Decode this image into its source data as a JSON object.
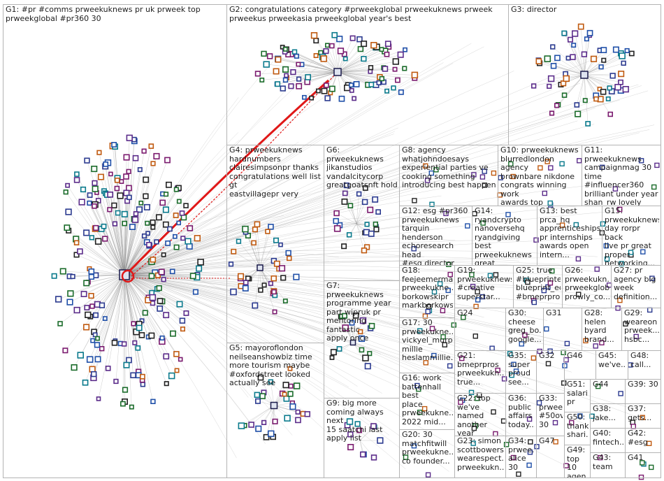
{
  "groups": [
    {
      "id": "G1",
      "label": "G1: #pr #comms prweekuknews pr uk prweek top\nprweekglobal #pr360 30"
    },
    {
      "id": "G2",
      "label": "G2: congratulations category #prweekglobal prweekuknews prweek\nprweekus prweekasia prweekglobal year's best"
    },
    {
      "id": "G3",
      "label": "G3: director"
    },
    {
      "id": "G4",
      "label": "G4: prweekuknews\nhardnumbers\nclairesimpsonpr thanks\ncongratulations well list gt\neastvillagepr very"
    },
    {
      "id": "G6",
      "label": "G6: prweekuknews\njikanstudios\nvandalcitycorp\ngreatgoatsnft hold"
    },
    {
      "id": "G8",
      "label": "G8: agency\nwhatjohndoesays\nexperiential parties ve\ncooking something\nintroducing best happen"
    },
    {
      "id": "G10",
      "label": "G10: prweekuknews\nblurredlondon agency\nbrownbare nikdone\ncongrats winning work\nawards top"
    },
    {
      "id": "G11",
      "label": "G11: prweekuknews\ncampaignmag 30\ntime #influencer360\nbrilliant under year\nshan_rw lovely"
    },
    {
      "id": "G12",
      "label": "G12: esg #pr360\nprweekuknews\ntarquin henderson\nechoresearch head\n#esg director\nconference"
    },
    {
      "id": "G14",
      "label": "G14:\nryandcrypto\nnanoversehq\nryandgiving best\nprweekuknews\ngreat"
    },
    {
      "id": "G13",
      "label": "G13: best\nprca_hq\napprenticeships\npr internships\nawards open\nintern..."
    },
    {
      "id": "G15",
      "label": "G15:\nprweekuknews\nday rorpr back\nlive pr great\nproper\nnetworking..."
    },
    {
      "id": "G7",
      "label": "G7: prweekuknews\nprogramme year\npart wipruk pr\nmentoring fantastic\napply once"
    },
    {
      "id": "G18",
      "label": "G18:\nfeejeemerma...\nprweekukne...\nborkowskipr\nmarkborkows..."
    },
    {
      "id": "G19",
      "label": "G19:\nprweekuknews\n#creative\nsuperstar..."
    },
    {
      "id": "G25",
      "label": "G25: true\n#blueprinted\nblueprint_ed\n#bmeprpro..."
    },
    {
      "id": "G26",
      "label": "G26:\nprweekukn...\nprweekglob...\nprowly_co..."
    },
    {
      "id": "G27",
      "label": "G27: pr\nagency big\nweek\ndefinition..."
    },
    {
      "id": "G24",
      "label": "G24"
    },
    {
      "id": "G30",
      "label": "G30:\ncheese\ngreg_bo...\ngoogle..."
    },
    {
      "id": "G31",
      "label": "G31"
    },
    {
      "id": "G28",
      "label": "G28:\nhelen\nbyard\nbrand..."
    },
    {
      "id": "G29",
      "label": "G29:\nweareon\nprweek...\nhsbc..."
    },
    {
      "id": "G17",
      "label": "G17: 30\nprweekukne...\nvickyel_murp...\nmillie\nheslammillie..."
    },
    {
      "id": "G5",
      "label": "G5: mayoroflondon\nneilseanshowbiz time\nmore tourism maybe\n#oxfordstreet looked\nactually see"
    },
    {
      "id": "G21",
      "label": "G21:\nbmeprpros\nprweekukn...\ntrue..."
    },
    {
      "id": "G35",
      "label": "G35:\nsuper\nproud\nsee..."
    },
    {
      "id": "G32",
      "label": "G32"
    },
    {
      "id": "G46",
      "label": "G46"
    },
    {
      "id": "G45",
      "label": "G45:\nwe've..."
    },
    {
      "id": "G48",
      "label": "G48:\ncall..."
    },
    {
      "id": "G16",
      "label": "G16: work\nbattenhall best\nplace\nprweekukne...\n2022 mid..."
    },
    {
      "id": "G22",
      "label": "G22: top\nwe've named\nanother year\nprweekukn..."
    },
    {
      "id": "G36",
      "label": "G36:\npublic\naffairs\ntoday..."
    },
    {
      "id": "G33",
      "label": "G33:\nprwee...\n#50ov...\n30"
    },
    {
      "id": "G51",
      "label": "G51:\nsalari...\npr"
    },
    {
      "id": "G44",
      "label": "G44"
    },
    {
      "id": "G39",
      "label": "G39: 30"
    },
    {
      "id": "G38",
      "label": "G38:\njake..."
    },
    {
      "id": "G37",
      "label": "G37:\ngets..."
    },
    {
      "id": "G50",
      "label": "G50:\nthank\nshari..."
    },
    {
      "id": "G9",
      "label": "G9: big more\ncoming always next\n15 saatchi last\napply list"
    },
    {
      "id": "G40",
      "label": "G40:\nfintech..."
    },
    {
      "id": "G42",
      "label": "G42:\n#esg"
    },
    {
      "id": "G20",
      "label": "G20: 30\nmatchfitwill\nprweekukne...\nco founder..."
    },
    {
      "id": "G23",
      "label": "G23: simon\nscottbowers\nwearespect...\nprweekukn..."
    },
    {
      "id": "G34",
      "label": "G34:\nprwee...\nalice 30"
    },
    {
      "id": "G47",
      "label": "G47"
    },
    {
      "id": "G49",
      "label": "G49:\ntop 10\nagen..."
    },
    {
      "id": "G43",
      "label": "G43:\nteam"
    },
    {
      "id": "G41",
      "label": "G41"
    }
  ],
  "colors": {
    "border": "#b4b4b4",
    "edge": "#8c8c8c",
    "highlight_edge": "#e01818",
    "node_palette": [
      "#2b3a8f",
      "#1f4fa8",
      "#7a1a6e",
      "#1a6b2a",
      "#c05a10",
      "#222222",
      "#5b2c8a",
      "#0a7a8c"
    ]
  }
}
